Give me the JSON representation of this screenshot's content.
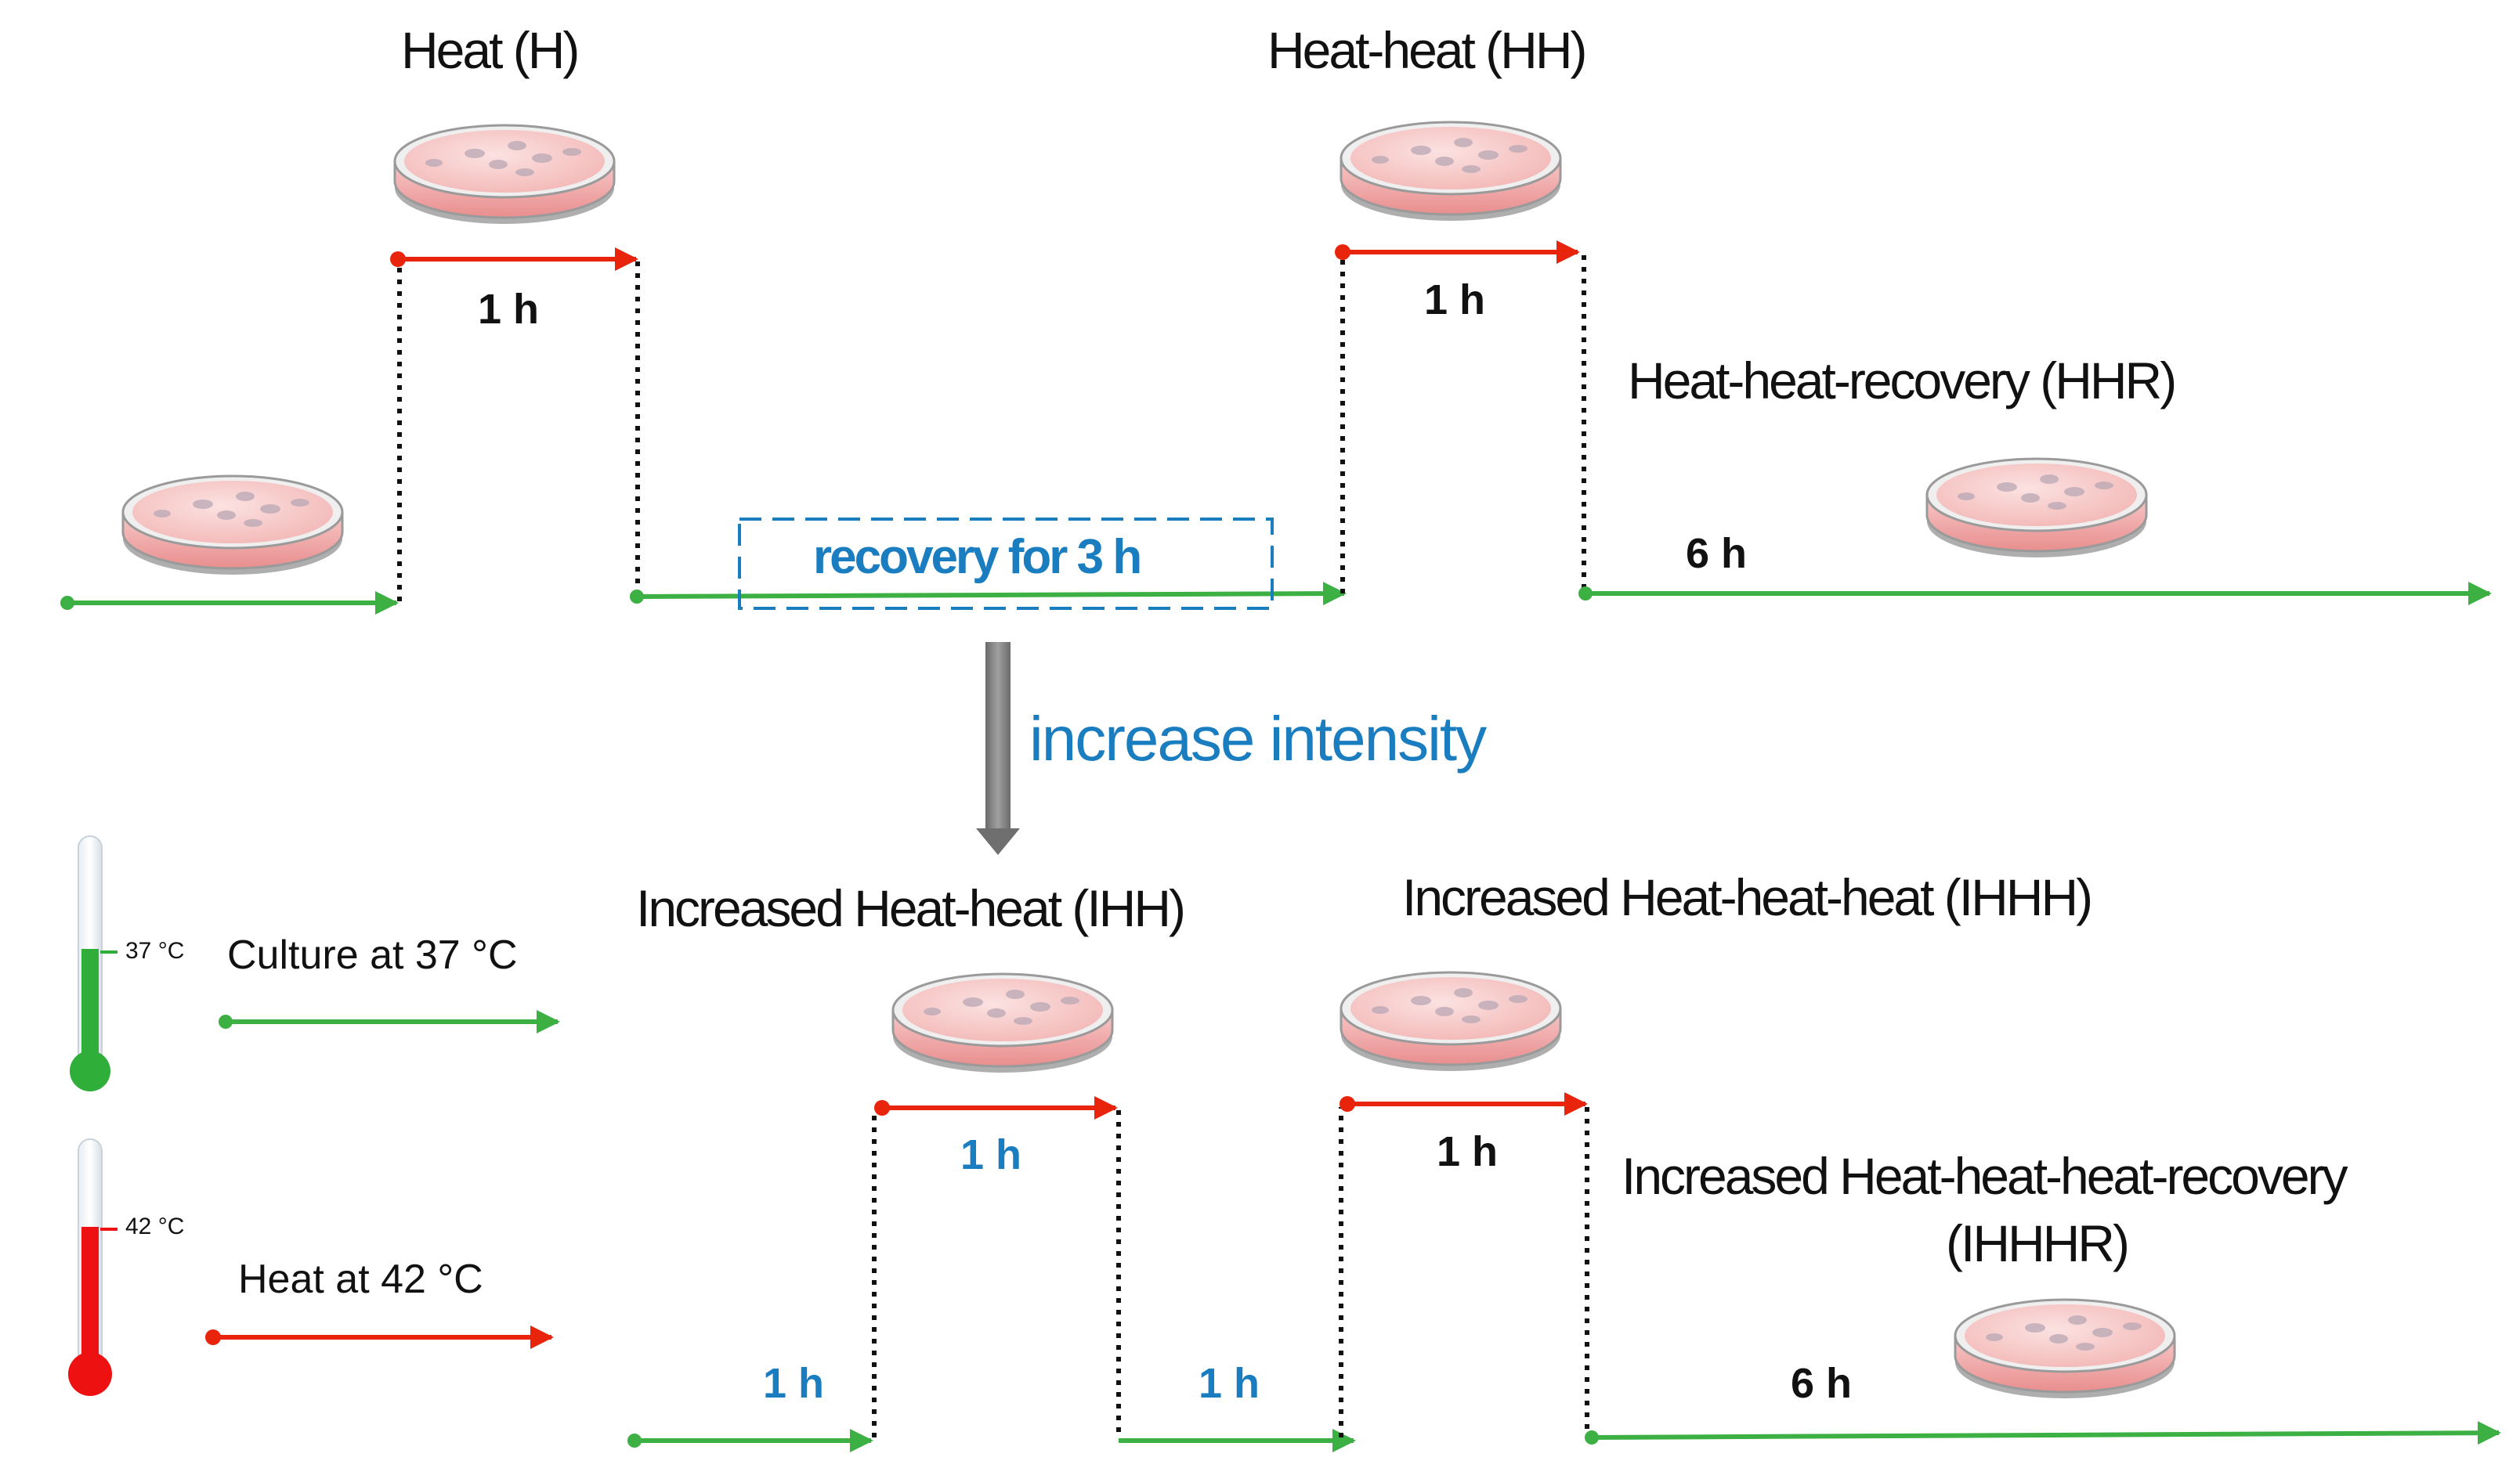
{
  "titles": {
    "heat": "Heat (H)",
    "heat_heat": "Heat-heat (HH)",
    "hhr": "Heat-heat-recovery (HHR)",
    "ihh": "Increased Heat-heat (IHH)",
    "ihhh": "Increased Heat-heat-heat (IHHH)",
    "ihhhr_line1": "Increased Heat-heat-heat-recovery",
    "ihhhr_line2": "(IHHHR)"
  },
  "durations": {
    "top_heat1": "1 h",
    "top_heat2": "1 h",
    "top_recovery": "6 h",
    "bottom_culture1": "1 h",
    "bottom_heat1": "1 h",
    "bottom_culture2": "1 h",
    "bottom_heat2": "1 h",
    "bottom_recovery": "6 h"
  },
  "recovery_box": "recovery for 3 h",
  "increase_label": "increase intensity",
  "legend": {
    "culture_temp": "37 °C",
    "culture_label": "Culture at 37 °C",
    "heat_temp": "42 °C",
    "heat_label": "Heat at 42 °C"
  },
  "colors": {
    "culture": "#3cb043",
    "heat": "#e8250c",
    "accent_blue": "#1a7dc0",
    "dish": "#f6c8c6",
    "arrow_gray": "#808080"
  }
}
